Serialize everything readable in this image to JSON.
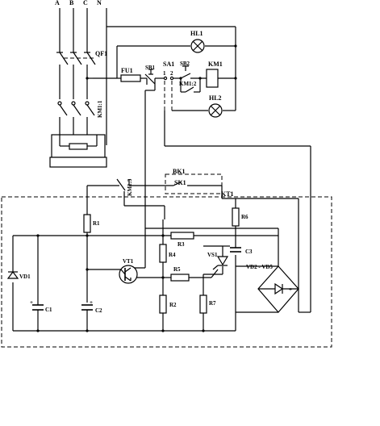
{
  "phases": [
    "A",
    "B",
    "C",
    "N"
  ],
  "labels": {
    "qf1": "QF1",
    "km1_main": "KM1:1",
    "hl1": "HL1",
    "hl2": "HL2",
    "fu1": "FU1",
    "sb1": "SB1",
    "sa1": "SA1",
    "sa1_pos1": "1",
    "sa1_pos2": "2",
    "sb2": "SB2",
    "km1_coil": "KM1",
    "km1_aux2": "KM1:2",
    "km1_aux3": "KM1:3",
    "bk1": "BK1",
    "sk1": "SK1",
    "kt1": "KT1",
    "r1": "R1",
    "r2": "R2",
    "r3": "R3",
    "r4": "R4",
    "r5": "R5",
    "r6": "R6",
    "r7": "R7",
    "vd1": "VD1",
    "vt1": "VT1",
    "vs1": "VS1",
    "c1": "C1",
    "c2": "C2",
    "c3": "C3",
    "bridge": "VD2 - VD5",
    "plus": "+"
  }
}
